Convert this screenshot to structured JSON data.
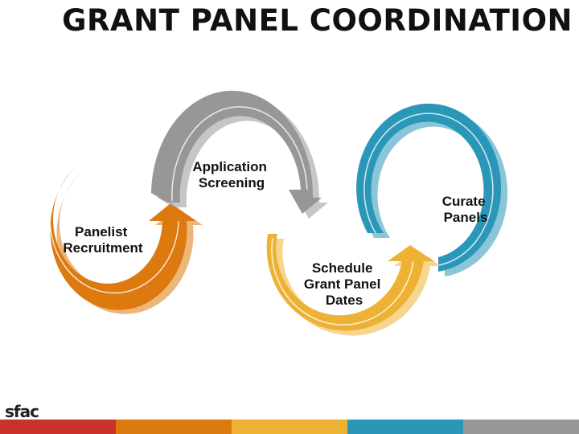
{
  "title": "GRANT PANEL COORDINATION",
  "logo_text": "sfac",
  "steps": [
    {
      "lines": [
        "Panelist",
        "Recruitment"
      ],
      "color": "#DD7A0F"
    },
    {
      "lines": [
        "Application",
        "Screening"
      ],
      "color": "#979797"
    },
    {
      "lines": [
        "Schedule",
        "Grant Panel",
        "Dates"
      ],
      "color": "#EDB233"
    },
    {
      "lines": [
        "Curate",
        "Panels"
      ],
      "color": "#2B97B8"
    }
  ],
  "footer_colors": [
    "#C8332C",
    "#DD7A0F",
    "#EDB233",
    "#2B97B8",
    "#979797"
  ]
}
